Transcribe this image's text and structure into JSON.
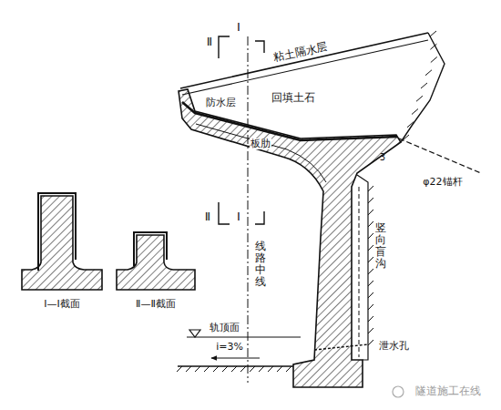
{
  "diagram": {
    "labels": [
      "Ⅱ",
      "Ⅰ",
      "粘土隔水层",
      "回填土石",
      "防水层",
      "板肋",
      "Ⅱ",
      "Ⅰ",
      "3",
      "φ22锚杆",
      "线路中线",
      "竖向盲沟",
      "Ⅰ—Ⅰ截面",
      "Ⅱ—Ⅱ截面",
      "轨顶面",
      "i=3%",
      "泄水孔",
      "隧道施工在线"
    ]
  }
}
